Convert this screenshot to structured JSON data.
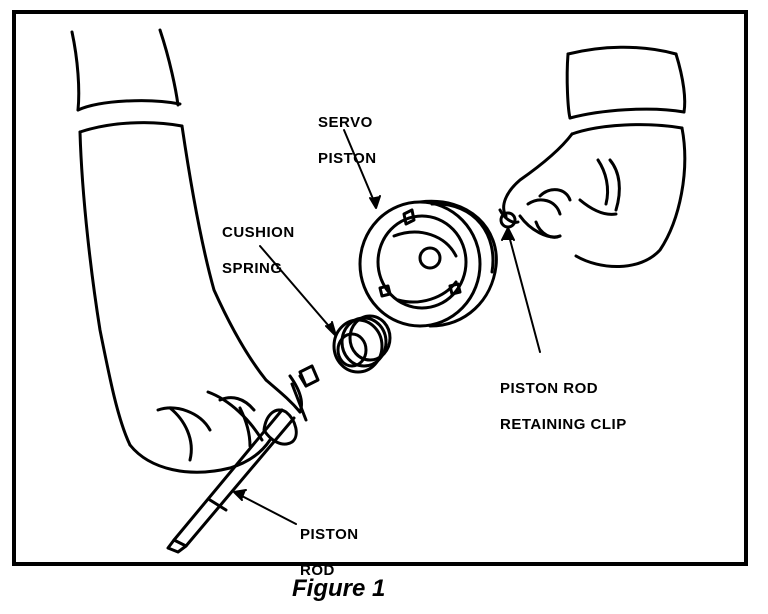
{
  "labels": {
    "servo_piston_line1": "SERVO",
    "servo_piston_line2": "PISTON",
    "cushion_spring_line1": "CUSHION",
    "cushion_spring_line2": "SPRING",
    "retaining_clip_line1": "PISTON ROD",
    "retaining_clip_line2": "RETAINING CLIP",
    "piston_rod_line1": "PISTON",
    "piston_rod_line2": "ROD"
  },
  "caption": "Figure 1"
}
